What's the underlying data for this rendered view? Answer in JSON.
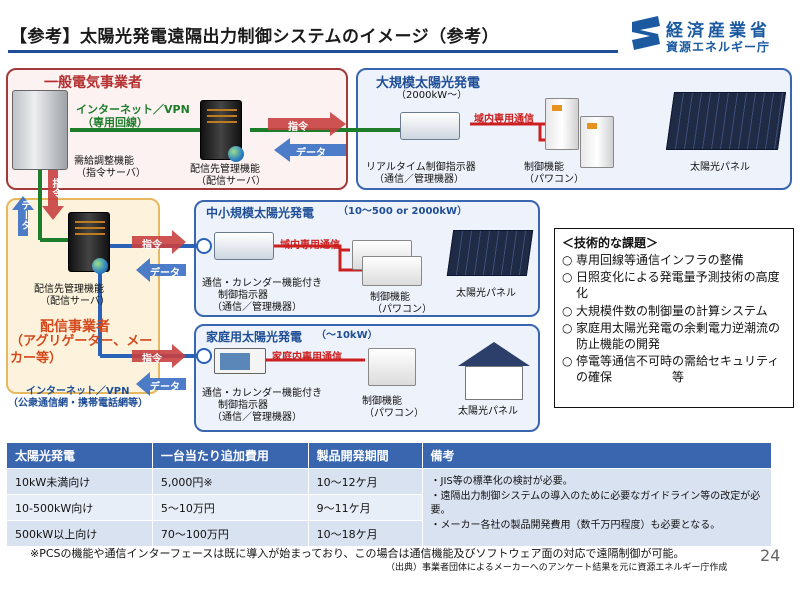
{
  "header": {
    "title": "【参考】太陽光発電遠隔出力制御システムのイメージ（参考）",
    "logo_line1": "経済産業省",
    "logo_line2": "資源エネルギー庁"
  },
  "utility": {
    "title": "一般電気事業者",
    "internet_vpn": "インターネット／VPN",
    "dedicated_line": "（専用回線）",
    "supply_demand": "需給調整機能",
    "command_server": "（指令サーバ）",
    "distribution_func": "配信先管理機能",
    "distribution_server": "（配信サーバ）"
  },
  "large": {
    "title": "大規模太陽光発電",
    "capacity": "（2000kW〜）",
    "realtime_device": "リアルタイム制御指示器",
    "comm_device": "（通信／管理機器）",
    "dedicated_comm": "域内専用通信",
    "control_func": "制御機能",
    "pcs": "（パワコン）",
    "panel": "太陽光パネル"
  },
  "aggregator": {
    "distribution_func": "配信先管理機能",
    "distribution_server": "（配信サーバ）",
    "operator": "配信事業者",
    "aggregator_maker": "（アグリゲーター、メーカー等）",
    "internet_vpn": "インターネット／VPN",
    "public_network": "（公衆通信網・携帯電話網等）"
  },
  "mid": {
    "title": "中小規模太陽光発電",
    "capacity": "（10〜500 or 2000kW）",
    "device": "通信・カレンダー機能付き",
    "device2": "制御指示器",
    "comm_device": "（通信／管理機器）",
    "dedicated_comm": "域内専用通信",
    "control_func": "制御機能",
    "pcs": "（パワコン）",
    "panel": "太陽光パネル"
  },
  "home": {
    "title": "家庭用太陽光発電",
    "capacity": "（〜10kW）",
    "device": "通信・カレンダー機能付き",
    "device2": "制御指示器",
    "comm_device": "（通信／管理機器）",
    "dedicated_comm": "家庭内専用通信",
    "control_func": "制御機能",
    "pcs": "（パワコン）",
    "panel": "太陽光パネル"
  },
  "tags": {
    "command": "指令",
    "data": "データ"
  },
  "issues": {
    "title": "＜技術的な課題＞",
    "items": [
      "専用回線等通信インフラの整備",
      "日照変化による発電量予測技術の高度化",
      "大規模件数の制御量の計算システム",
      "家庭用太陽光発電の余剰電力逆潮流の防止機能の開発",
      "停電等通信不可時の需給セキュリティの確保　　　　　等"
    ]
  },
  "table": {
    "headers": [
      "太陽光発電",
      "一台当たり追加費用",
      "製品開発期間",
      "備考"
    ],
    "rows": [
      [
        "10kW未満向け",
        "5,000円※",
        "10〜12ケ月"
      ],
      [
        "10-500kW向け",
        "5〜10万円",
        "9〜11ケ月"
      ],
      [
        "500kW以上向け",
        "70〜100万円",
        "10〜18ケ月"
      ]
    ],
    "notes": [
      "・JIS等の標準化の検討が必要。",
      "・遠隔出力制御システムの導入のために必要なガイドライン等の改定が必要。",
      "・メーカー各社の製品開発費用（数千万円程度）も必要となる。"
    ]
  },
  "footnote": "※PCSの機能や通信インターフェースは既に導入が始まっており、この場合は通信機能及びソフトウェア面の対応で遠隔制御が可能。",
  "source": "（出典）事業者団体によるメーカーへのアンケート結果を元に資源エネルギー庁作成",
  "page_number": "24",
  "colors": {
    "accent_blue": "#3a66b0",
    "utility_red": "#a33a3a",
    "aggregator_orange": "#d4481c",
    "line_green": "#1e7d2a"
  }
}
